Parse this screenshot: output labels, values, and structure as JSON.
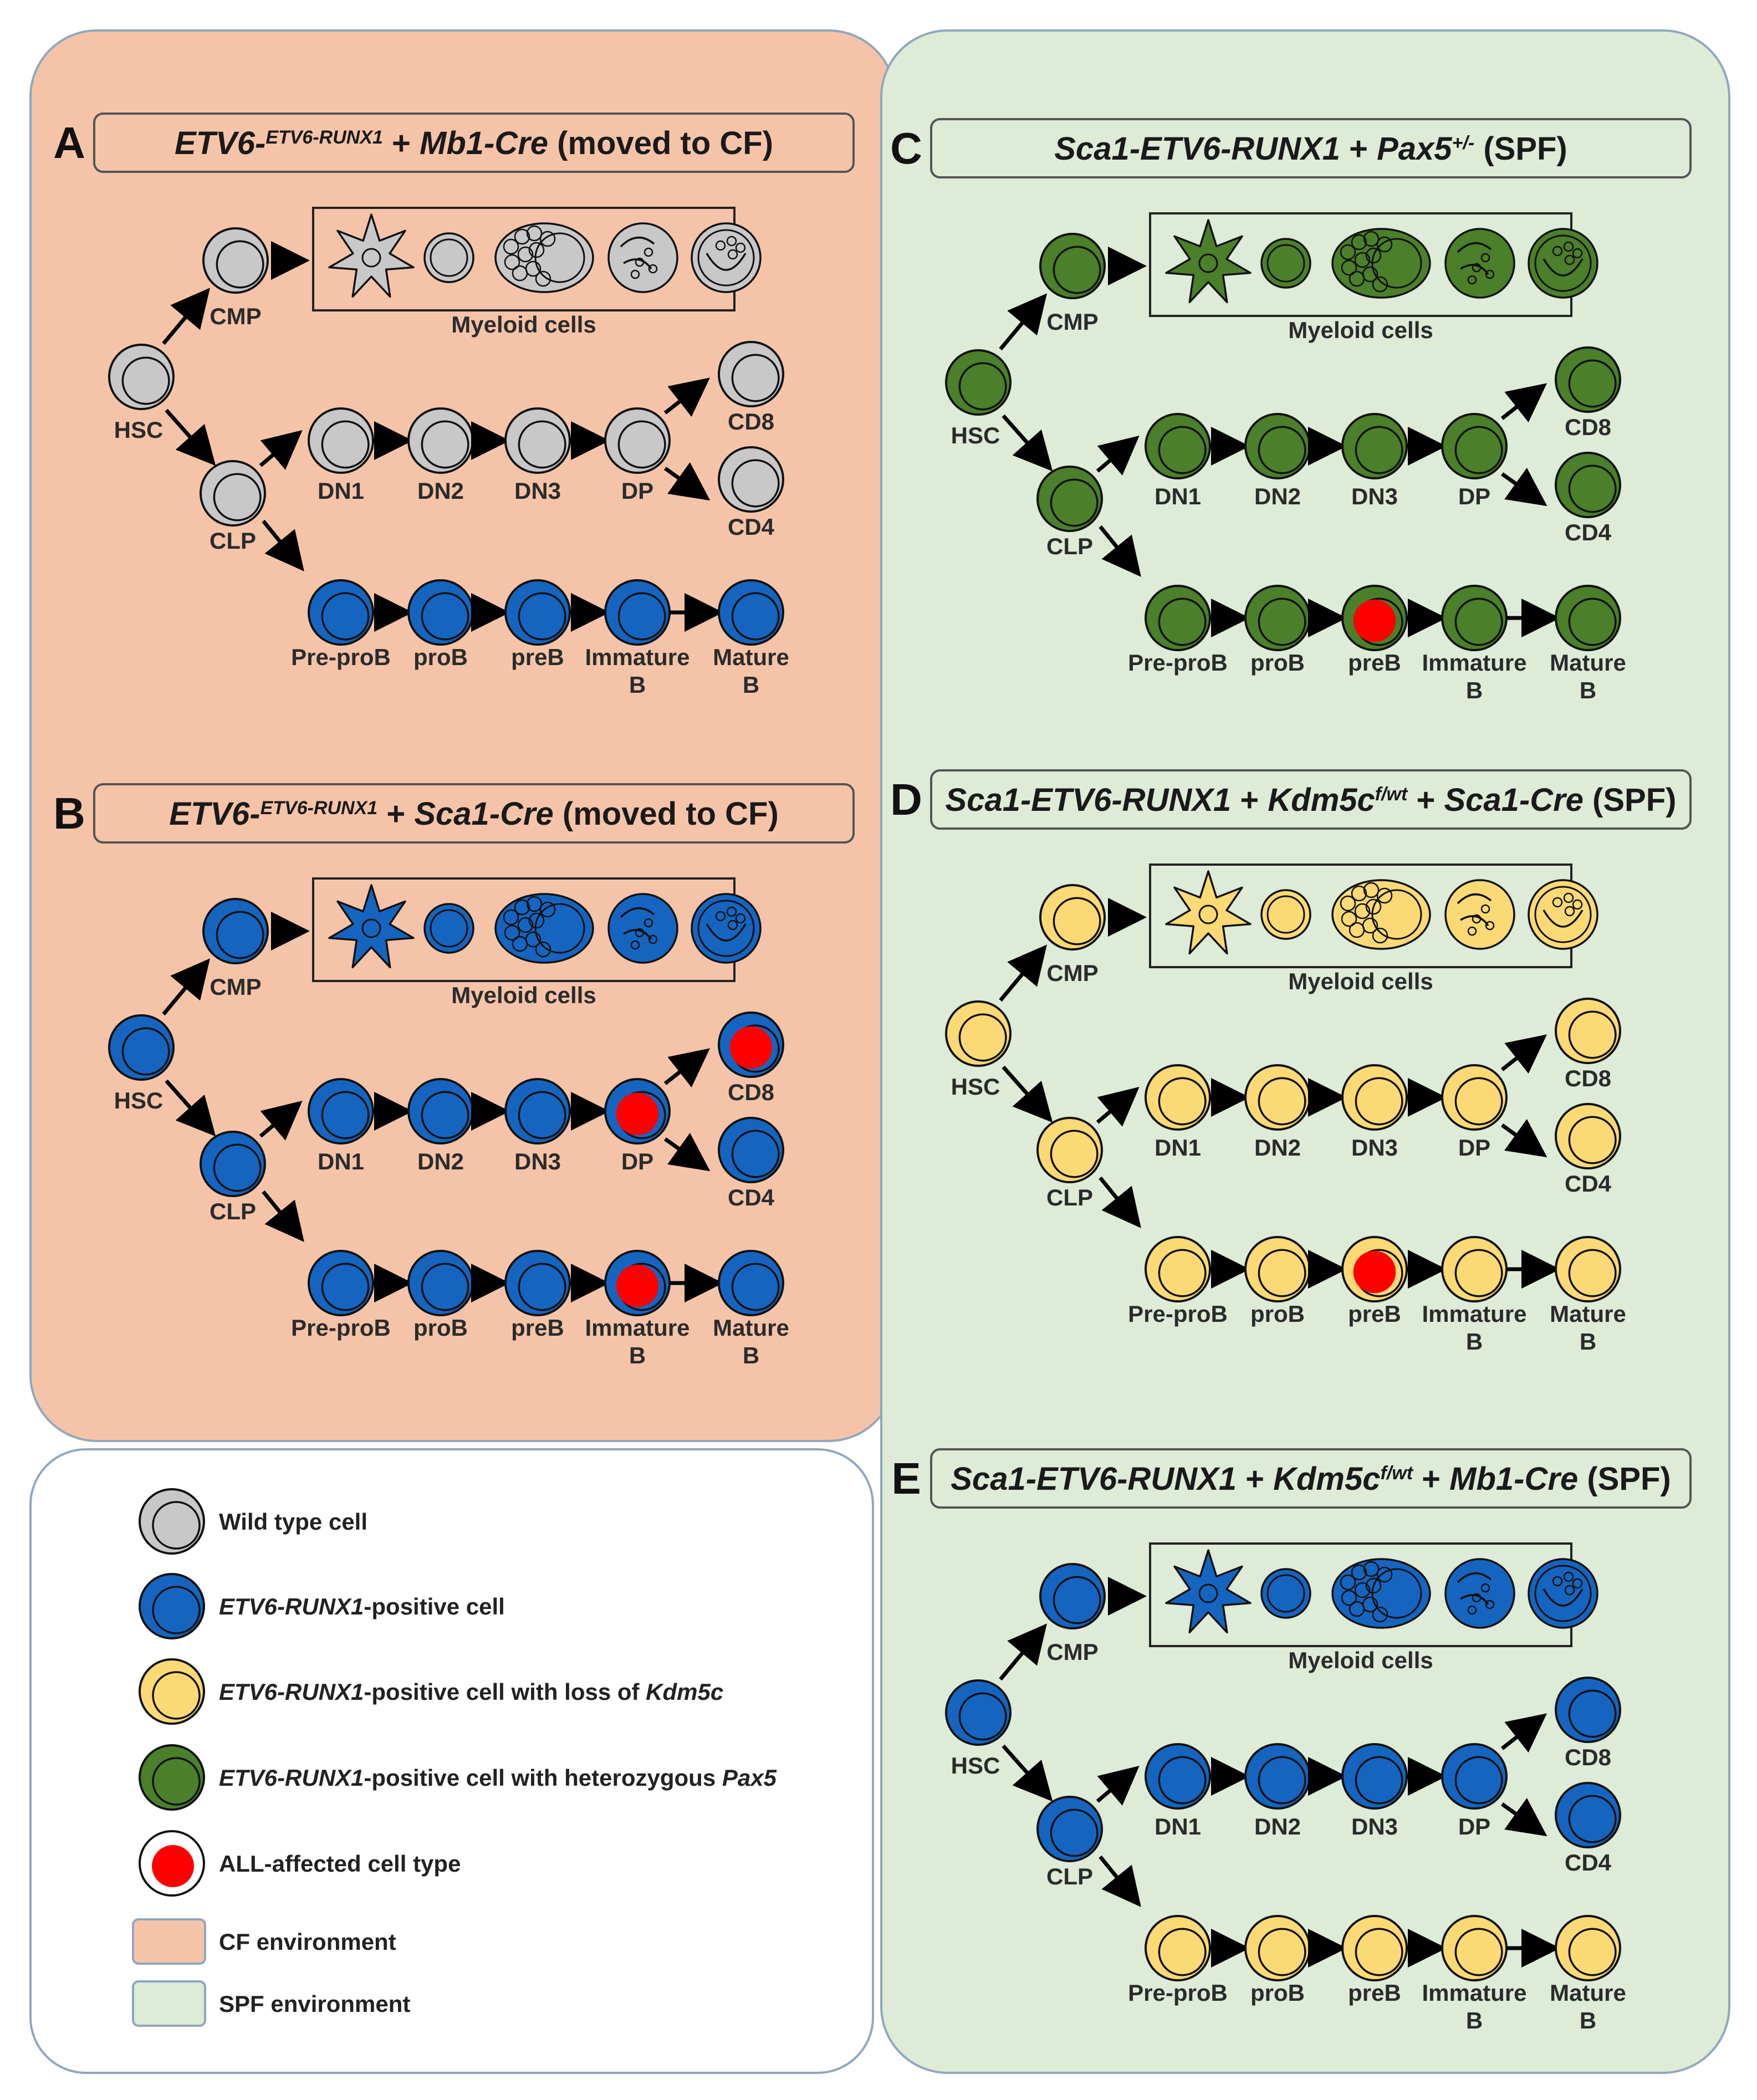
{
  "colors": {
    "cf_bg": "#F5C4A8",
    "spf_bg": "#DDEBD7",
    "wild": "#C8C8C8",
    "etv": "#1565C0",
    "kdm": "#FBD975",
    "pax": "#4B7F2A",
    "affected": "#FF0000"
  },
  "cell_labels": {
    "cmp": "CMP",
    "hsc": "HSC",
    "clp": "CLP",
    "myeloid": "Myeloid cells",
    "dn1": "DN1",
    "dn2": "DN2",
    "dn3": "DN3",
    "dp": "DP",
    "cd8": "CD8",
    "cd4": "CD4",
    "preprob": "Pre-proB",
    "prob": "proB",
    "preb": "preB",
    "immature": "Immature",
    "mature": "Mature",
    "b": "B"
  },
  "panels": [
    {
      "letter": "A",
      "title_parts": [
        {
          "t": "ETV6-",
          "italic": true
        },
        {
          "t": "ETV6-RUNX1",
          "italic": true,
          "sup": true
        },
        {
          "t": " + ",
          "italic": false
        },
        {
          "t": "Mb1-Cre",
          "italic": true
        },
        {
          "t": " (moved to CF)",
          "italic": false
        }
      ],
      "environment": "CF",
      "colors": {
        "stem": "wild",
        "myeloid": "wild",
        "t": "wild",
        "b": "etv"
      },
      "affected": []
    },
    {
      "letter": "B",
      "title_parts": [
        {
          "t": "ETV6-",
          "italic": true
        },
        {
          "t": "ETV6-RUNX1",
          "italic": true,
          "sup": true
        },
        {
          "t": " + ",
          "italic": false
        },
        {
          "t": "Sca1-Cre",
          "italic": true
        },
        {
          "t": " (moved to CF)",
          "italic": false
        }
      ],
      "environment": "CF",
      "colors": {
        "stem": "etv",
        "myeloid": "etv",
        "t": "etv",
        "b": "etv"
      },
      "affected": [
        "dp",
        "cd8",
        "immature"
      ]
    },
    {
      "letter": "C",
      "title_parts": [
        {
          "t": "Sca1-ETV6-RUNX1",
          "italic": true
        },
        {
          "t": " + ",
          "italic": false
        },
        {
          "t": "Pax5",
          "italic": true
        },
        {
          "t": "+/-",
          "italic": true,
          "sup": true
        },
        {
          "t": " (SPF)",
          "italic": false
        }
      ],
      "environment": "SPF",
      "colors": {
        "stem": "pax",
        "myeloid": "pax",
        "t": "pax",
        "b": "pax"
      },
      "affected": [
        "preb"
      ]
    },
    {
      "letter": "D",
      "title_parts": [
        {
          "t": "Sca1-ETV6-RUNX1",
          "italic": true
        },
        {
          "t": " + ",
          "italic": false
        },
        {
          "t": "Kdm5c",
          "italic": true
        },
        {
          "t": "f/wt",
          "italic": true,
          "sup": true
        },
        {
          "t": " + ",
          "italic": false
        },
        {
          "t": "Sca1-Cre",
          "italic": true
        },
        {
          "t": " (SPF)",
          "italic": false
        }
      ],
      "environment": "SPF",
      "colors": {
        "stem": "kdm",
        "myeloid": "kdm",
        "t": "kdm",
        "b": "kdm"
      },
      "affected": [
        "preb"
      ]
    },
    {
      "letter": "E",
      "title_parts": [
        {
          "t": "Sca1-ETV6-RUNX1",
          "italic": true
        },
        {
          "t": " + ",
          "italic": false
        },
        {
          "t": "Kdm5c",
          "italic": true
        },
        {
          "t": "f/wt",
          "italic": true,
          "sup": true
        },
        {
          "t": " + ",
          "italic": false
        },
        {
          "t": "Mb1-Cre",
          "italic": true
        },
        {
          "t": " (SPF)",
          "italic": false
        }
      ],
      "environment": "SPF",
      "colors": {
        "stem": "etv",
        "myeloid": "etv",
        "t": "etv",
        "b": "kdm"
      },
      "affected": []
    }
  ],
  "legend": [
    {
      "kind": "cell",
      "fill": "wild",
      "parts": [
        {
          "t": "Wild type cell",
          "italic": false
        }
      ]
    },
    {
      "kind": "cell",
      "fill": "etv",
      "parts": [
        {
          "t": "ETV6-RUNX1",
          "italic": true
        },
        {
          "t": "-positive  cell",
          "italic": false
        }
      ]
    },
    {
      "kind": "cell",
      "fill": "kdm",
      "parts": [
        {
          "t": "ETV6-RUNX1",
          "italic": true
        },
        {
          "t": "-positive  cell with loss  of ",
          "italic": false
        },
        {
          "t": "Kdm5c",
          "italic": true
        }
      ]
    },
    {
      "kind": "cell",
      "fill": "pax",
      "parts": [
        {
          "t": "ETV6-RUNX1",
          "italic": true
        },
        {
          "t": "-positive  cell with heterozygous ",
          "italic": false
        },
        {
          "t": "Pax5",
          "italic": true
        }
      ]
    },
    {
      "kind": "affected",
      "fill": "affected",
      "parts": [
        {
          "t": "ALL-affected cell type",
          "italic": false
        }
      ]
    },
    {
      "kind": "env",
      "fill": "cf_bg",
      "parts": [
        {
          "t": "CF environment",
          "italic": false
        }
      ]
    },
    {
      "kind": "env",
      "fill": "spf_bg",
      "parts": [
        {
          "t": "SPF environment",
          "italic": false
        }
      ]
    }
  ]
}
